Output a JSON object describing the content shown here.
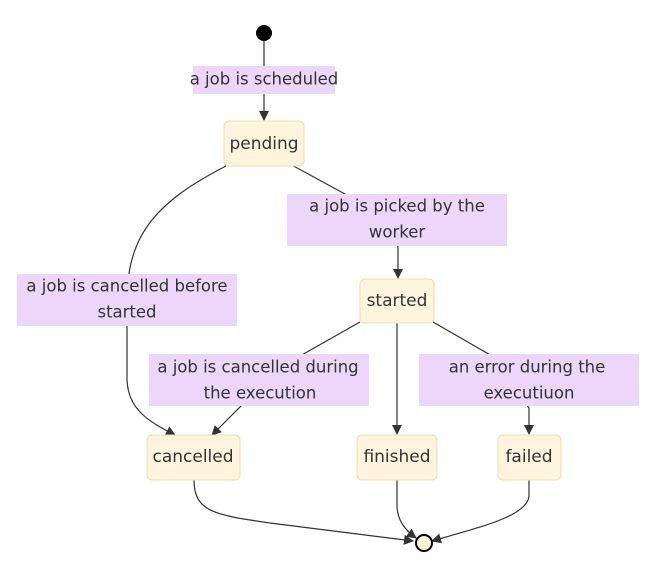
{
  "states": {
    "pending": "pending",
    "started": "started",
    "cancelled": "cancelled",
    "finished": "finished",
    "failed": "failed"
  },
  "transitions": {
    "scheduled": [
      "a job is scheduled"
    ],
    "picked": [
      "a job is picked by the",
      "worker"
    ],
    "cancelled_before": [
      "a job is cancelled before",
      "started"
    ],
    "cancelled_during": [
      "a job is cancelled during",
      "the execution"
    ],
    "error": [
      "an error during the",
      "executiuon"
    ]
  },
  "colors": {
    "state_fill": "#fff4dd",
    "state_border": "#f0dcb0",
    "label_fill": "#ecd6fa",
    "line": "#333333"
  }
}
